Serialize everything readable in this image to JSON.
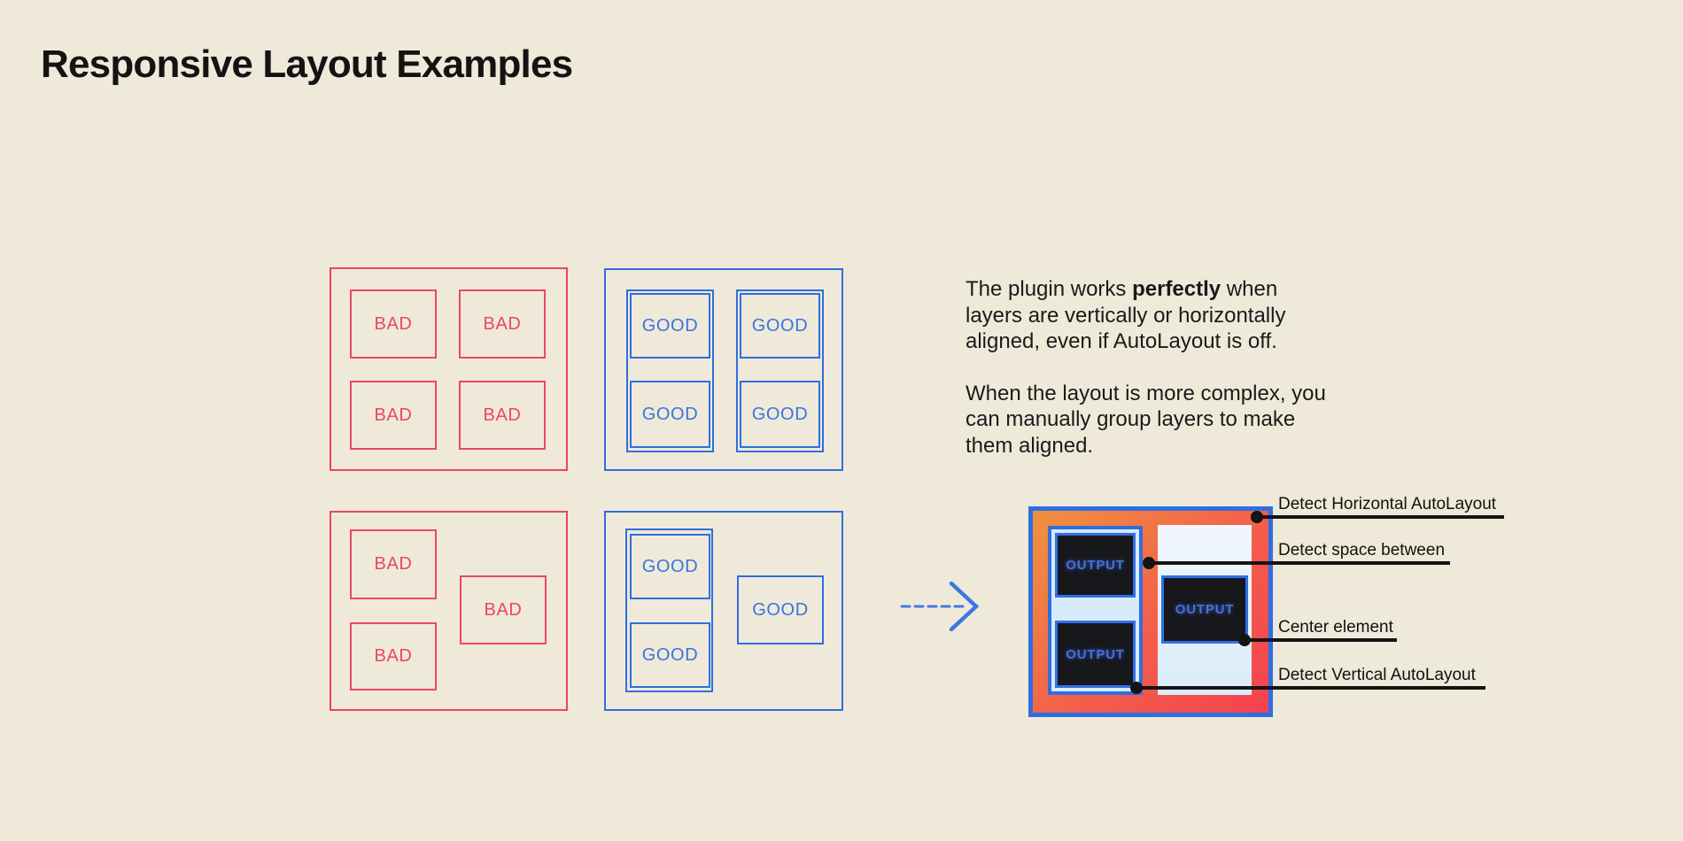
{
  "title": "Responsive Layout Examples",
  "labels": {
    "bad": "BAD",
    "good": "GOOD",
    "output": "OUTPUT"
  },
  "description": {
    "p1": {
      "line1_before": "The plugin works ",
      "line1_bold": "perfectly",
      "line1_after": " when",
      "line2": "layers are vertically or horizontally",
      "line3": "aligned, even if AutoLayout is off."
    },
    "p2": {
      "line1": "When the layout is more complex, you",
      "line2": "can manually group layers to make",
      "line3": "them aligned."
    }
  },
  "annotations": {
    "horizontal": "Detect Horizontal AutoLayout",
    "space": "Detect space between",
    "center": "Center element",
    "vertical": "Detect Vertical AutoLayout"
  },
  "colors": {
    "background": "#EFE9DA",
    "bad_red": "#EB4760",
    "good_blue": "#2E6FE0",
    "frame_blue": "#2D6EE3",
    "gradient_start": "#F0923E",
    "gradient_end": "#F4424F",
    "group_fill": "#D9EAFB",
    "panel_fill": "#DCEDFB",
    "output_fill": "#17181C",
    "output_text": "#4470DC",
    "annotation_black": "#141414",
    "arrow_blue": "#447BE4"
  }
}
